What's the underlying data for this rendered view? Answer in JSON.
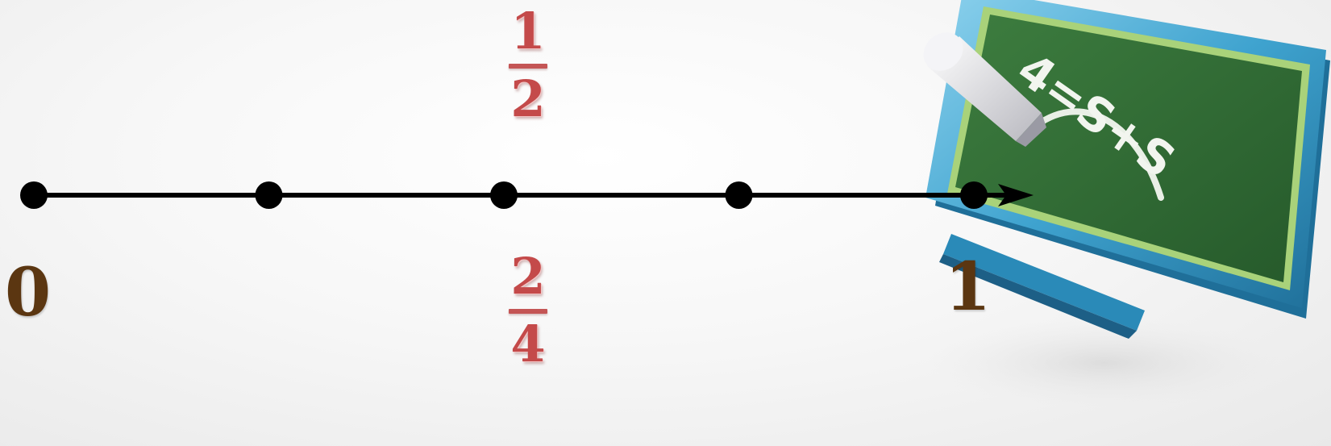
{
  "number_line": {
    "start_label": "0",
    "end_label": "1",
    "points": [
      0,
      0.25,
      0.5,
      0.75,
      1
    ]
  },
  "fraction_above": {
    "numerator": "1",
    "denominator": "2"
  },
  "fraction_below": {
    "numerator": "2",
    "denominator": "4"
  },
  "chalkboard": {
    "formula": "4=S+S"
  },
  "colors": {
    "line": "#000000",
    "endpoint_labels": "#5b3611",
    "fractions": "#c44a4a",
    "board_green": "#2f6a34",
    "monitor_blue": "#3fa3cf"
  },
  "icons": [
    "chalkboard-monitor-icon",
    "chalk-icon"
  ]
}
